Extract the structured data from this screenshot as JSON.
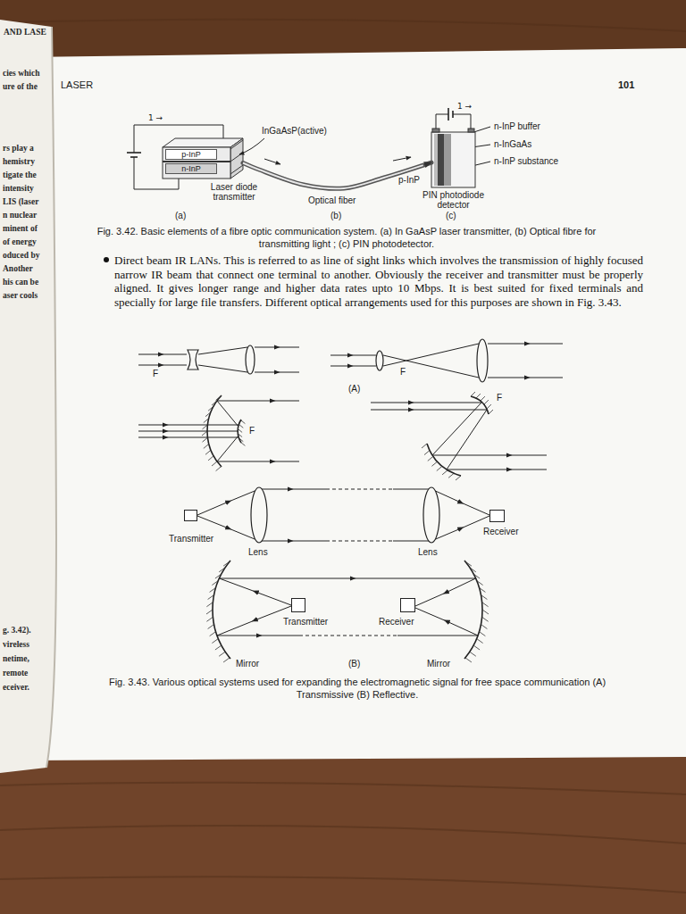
{
  "diagram": {
    "nodes": [
      {
        "text": [
          "Laser diode transmitter"
        ]
      },
      {
        "text": [
          "p-InP"
        ],
        "in": 0
      },
      {
        "text": [
          "n-InP"
        ],
        "in": 0
      },
      {
        "text": [
          "PIN photodiode detector"
        ]
      },
      {
        "text": [
          "Transmitter"
        ]
      },
      {
        "text": [
          "Receiver"
        ]
      },
      {
        "text": [
          "Transmitter"
        ]
      },
      {
        "text": [
          "Receiver"
        ]
      }
    ],
    "edges": [
      {
        "from": 0,
        "to": 3,
        "arrow": "to"
      }
    ],
    "labels": [
      "AND LASE",
      "cies which",
      "ure of the",
      "rs play a",
      "hemistry",
      "tigate the",
      "intensity",
      "LIS (laser",
      "n nuclear",
      "minent of",
      "of energy",
      "oduced by",
      "Another",
      "his can be",
      "aser cools",
      "g. 3.42).",
      "vireless",
      "netime,",
      "remote",
      "eceiver.",
      "LASER",
      "101",
      "1 →",
      "InGaAsP(active)",
      "1 →",
      "n-InP buffer",
      "n-InGaAs",
      "n-InP substance",
      "p-InP",
      "Optical fiber",
      "(a)",
      "(b)",
      "(c)",
      "Fig. 3.42. Basic elements of a fibre optic communication system. (a) In GaAsP laser transmitter, (b) Optical fibre for transmitting light ; (c) PIN photodetector.",
      "Direct beam IR LANs. This is referred to as line of sight links which involves the transmission of highly focused narrow IR beam that connect one terminal to another. Obviously the receiver and transmitter must be properly aligned. It gives longer range and higher data rates upto 10 Mbps. It is best suited for fixed terminals and specially for large file transfers. Different optical arrangements used for this purposes are shown in Fig. 3.43.",
      "F",
      "F",
      "(A)",
      "F",
      "F",
      "Lens",
      "Lens",
      "Mirror",
      "(B)",
      "Mirror",
      "Fig. 3.43. Various optical systems used for expanding the electromagnetic signal for free space communication (A) Transmissive (B) Reflective."
    ]
  }
}
